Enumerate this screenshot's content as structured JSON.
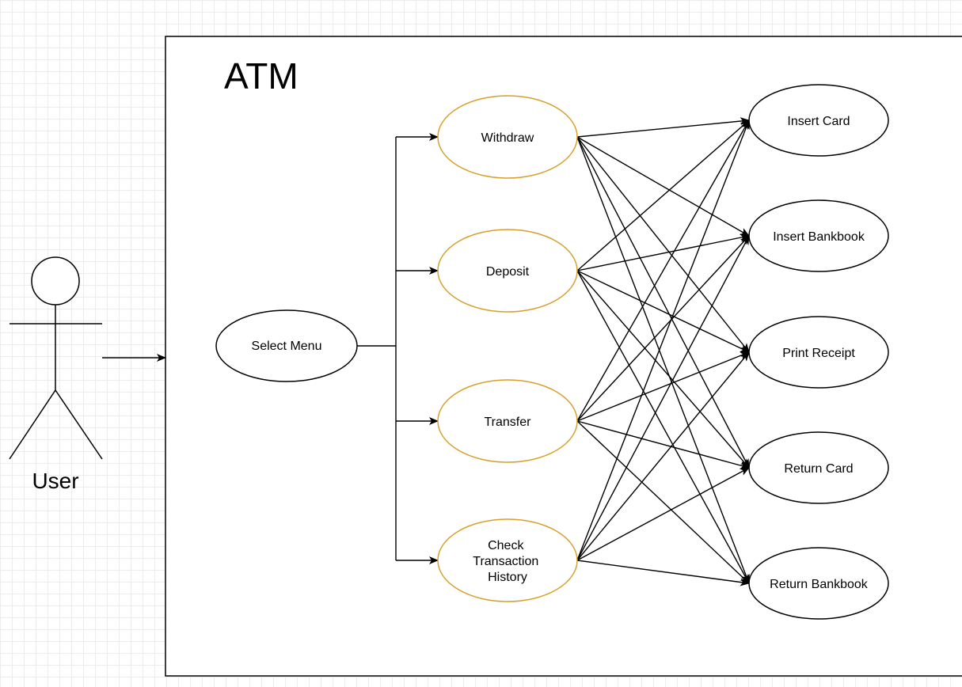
{
  "system": {
    "title": "ATM"
  },
  "actor": {
    "label": "User"
  },
  "use_cases": {
    "select_menu": "Select Menu",
    "transactions": [
      {
        "id": "withdraw",
        "lines": [
          "Withdraw"
        ]
      },
      {
        "id": "deposit",
        "lines": [
          "Deposit"
        ]
      },
      {
        "id": "transfer",
        "lines": [
          "Transfer"
        ]
      },
      {
        "id": "check-transaction-history",
        "lines": [
          "Check",
          "Transaction",
          "History"
        ]
      }
    ],
    "steps": [
      {
        "id": "insert-card",
        "label": "Insert Card"
      },
      {
        "id": "insert-bankbook",
        "label": "Insert Bankbook"
      },
      {
        "id": "print-receipt",
        "label": "Print Receipt"
      },
      {
        "id": "return-card",
        "label": "Return Card"
      },
      {
        "id": "return-bankbook",
        "label": "Return Bankbook"
      }
    ]
  },
  "colors": {
    "transaction_border": "#d6a02b",
    "line": "#000000",
    "grid": "#ececec"
  }
}
